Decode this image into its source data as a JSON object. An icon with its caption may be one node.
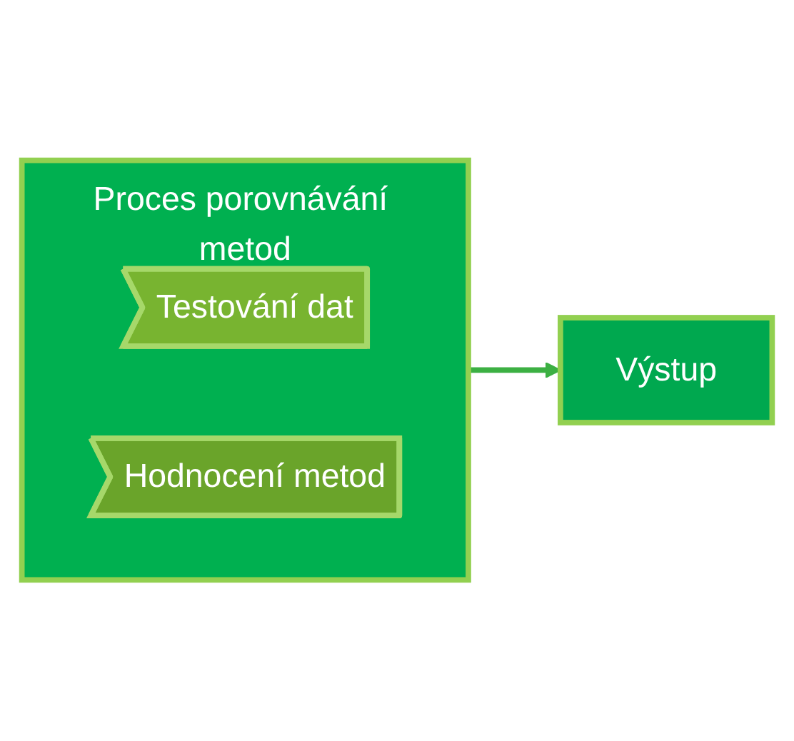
{
  "diagram": {
    "nodes": [
      {
        "text": [
          "Proces porovnávání metod"
        ]
      },
      {
        "text": [
          "Testování dat"
        ],
        "in": 0
      },
      {
        "text": [
          "Hodnocení metod"
        ],
        "in": 0
      },
      {
        "text": [
          "Výstup"
        ]
      }
    ],
    "edges": [
      {
        "from": 0,
        "to": 3,
        "arrow": "to",
        "color": "#3cb043"
      }
    ]
  }
}
